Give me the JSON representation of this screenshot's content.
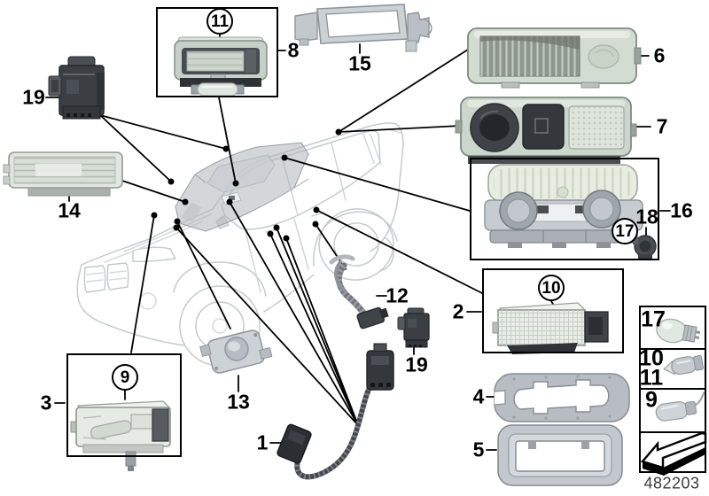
{
  "callouts": {
    "n1": "1",
    "n2": "2",
    "n3": "3",
    "n4": "4",
    "n5": "5",
    "n6": "6",
    "n7": "7",
    "n8": "8",
    "n9": "9",
    "n10": "10",
    "n11": "11",
    "n12": "12",
    "n13": "13",
    "n14": "14",
    "n15": "15",
    "n16": "16",
    "n17": "17",
    "n18": "18",
    "n19": "19"
  },
  "legend": {
    "rows": [
      {
        "numbers": [
          "17"
        ],
        "icon": "wedge-base-bulb-icon"
      },
      {
        "numbers": [
          "10",
          "11"
        ],
        "icon": "festoon-bulb-icon"
      },
      {
        "numbers": [
          "9"
        ],
        "icon": "bulb-with-cable-icon"
      },
      {
        "numbers": [],
        "icon": "direction-arrow-icon"
      }
    ]
  },
  "part_number": "482203",
  "colors": {
    "leader_line": "#000000",
    "car_outline": "#c6cacd",
    "part_light": "#dde4dc",
    "part_dark": "#3a3e42",
    "box_border": "#000000",
    "background": "#ffffff"
  }
}
